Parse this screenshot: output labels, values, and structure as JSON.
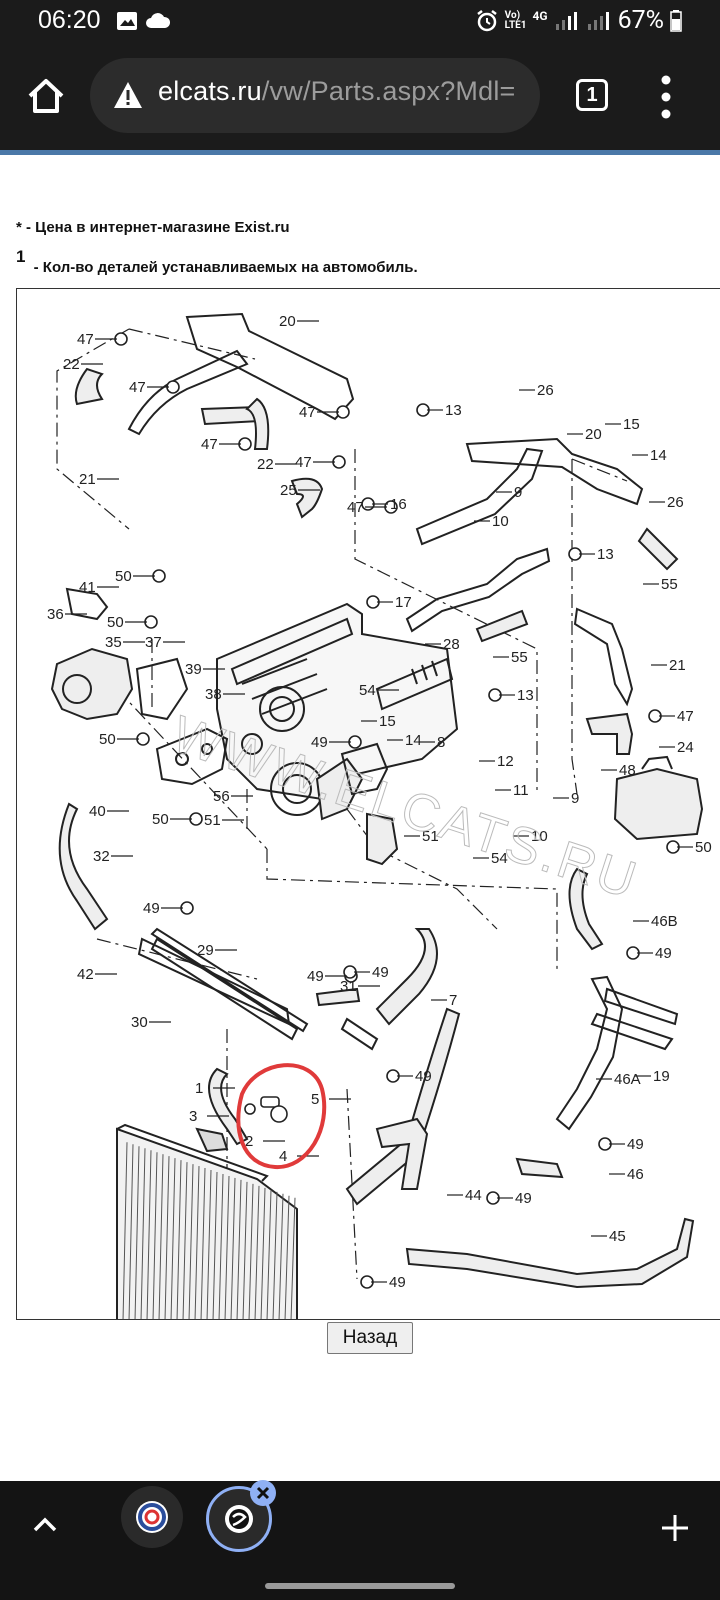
{
  "status_bar": {
    "time": "06:20",
    "network_top": "Vo)",
    "network_bottom": "LTE1",
    "network_type": "4G",
    "battery": "67%"
  },
  "browser": {
    "url_host": "elcats.ru",
    "url_path": "/vw/Parts.aspx?Mdl=",
    "tab_count": "1"
  },
  "notes": {
    "price_marker": "*",
    "price_text": " - Цена в интернет-магазине Exist.ru",
    "qty_marker": "1",
    "qty_text": " - Кол-во деталей устанавливаемых на автомобиль."
  },
  "diagram": {
    "watermark": "WWW.ELCATS.RU",
    "highlight_color": "#e03a3a",
    "part_labels": [
      "20",
      "47",
      "22",
      "47",
      "47",
      "22",
      "47",
      "21",
      "26",
      "13",
      "20",
      "15",
      "14",
      "26",
      "47",
      "25",
      "47",
      "16",
      "9",
      "10",
      "13",
      "55",
      "41",
      "50",
      "36",
      "50",
      "35",
      "37",
      "39",
      "38",
      "17",
      "28",
      "55",
      "21",
      "54",
      "15",
      "14",
      "13",
      "47",
      "24",
      "50",
      "40",
      "50",
      "56",
      "51",
      "49",
      "8",
      "12",
      "11",
      "9",
      "10",
      "48",
      "50",
      "51",
      "54",
      "32",
      "49",
      "42",
      "29",
      "30",
      "49",
      "31",
      "49",
      "7",
      "46B",
      "49",
      "49",
      "1",
      "3",
      "5",
      "2",
      "4",
      "46A",
      "19",
      "49",
      "46",
      "44",
      "49",
      "45",
      "49"
    ]
  },
  "buttons": {
    "back": "Назад"
  }
}
